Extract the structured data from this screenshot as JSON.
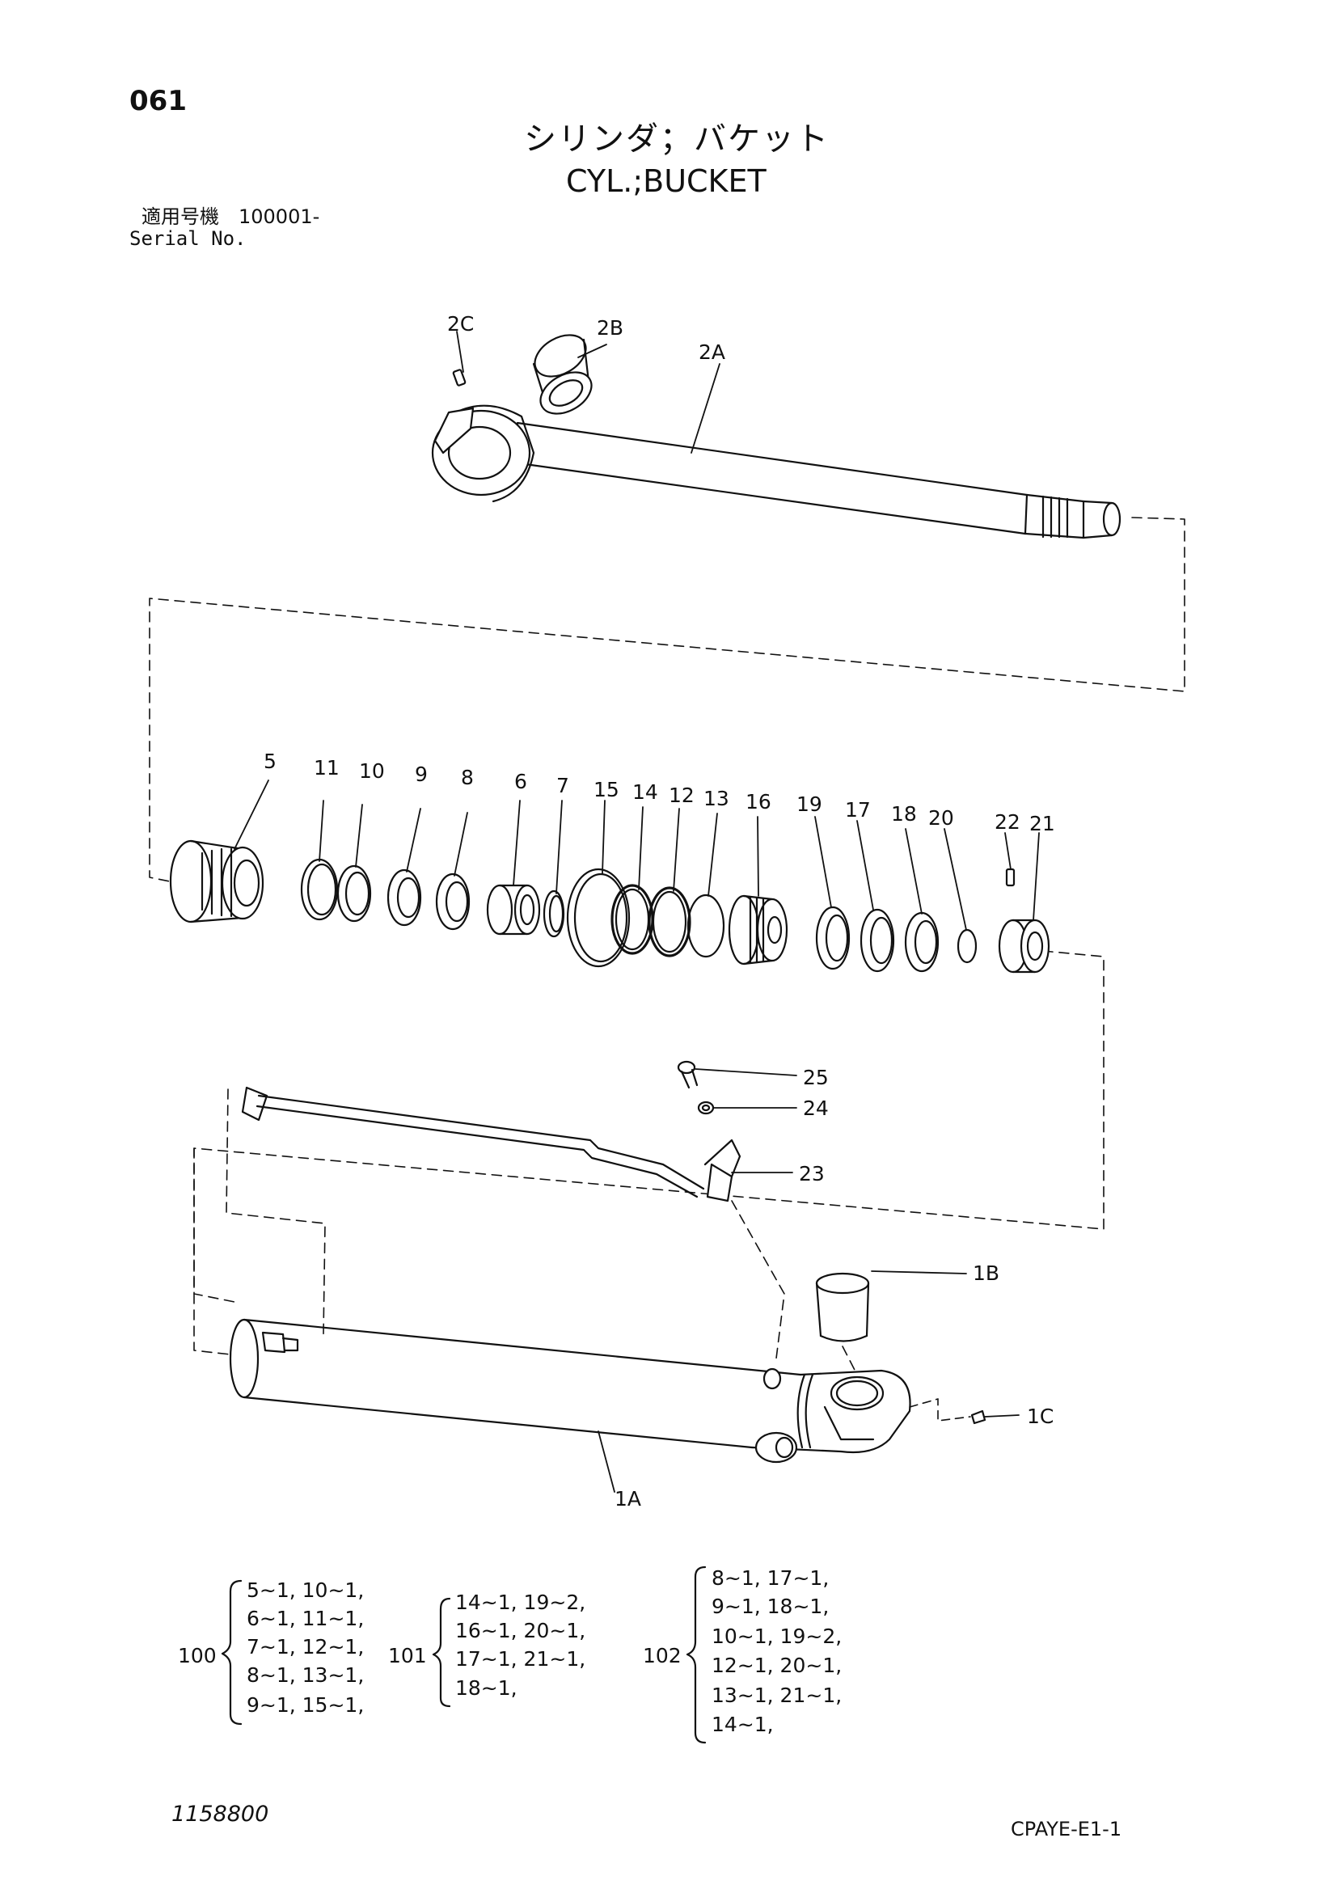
{
  "page_number": "061",
  "title_japanese": "シリンダ；バケット",
  "title_english": "CYL.;BUCKET",
  "serial_label_japanese": "適用号機　100001-",
  "serial_label_english": "Serial No.",
  "drawing_number": "1158800",
  "sheet_code": "CPAYE-E1-1",
  "callouts": {
    "c2C": "2C",
    "c2B": "2B",
    "c2A": "2A",
    "c5": "5",
    "c11": "11",
    "c10": "10",
    "c9": "9",
    "c8": "8",
    "c6": "6",
    "c7": "7",
    "c15": "15",
    "c14": "14",
    "c12": "12",
    "c13": "13",
    "c16": "16",
    "c19": "19",
    "c17": "17",
    "c18": "18",
    "c20": "20",
    "c22": "22",
    "c21": "21",
    "c25": "25",
    "c24": "24",
    "c23": "23",
    "c1B": "1B",
    "c1C": "1C",
    "c1A": "1A"
  },
  "kits": {
    "k100": {
      "label": "100",
      "lines": [
        "5~1, 10~1,",
        "6~1, 11~1,",
        "7~1, 12~1,",
        "8~1, 13~1,",
        "9~1, 15~1,"
      ]
    },
    "k101": {
      "label": "101",
      "lines": [
        "14~1, 19~2,",
        "16~1, 20~1,",
        "17~1, 21~1,",
        "18~1,"
      ]
    },
    "k102": {
      "label": "102",
      "lines": [
        "8~1, 17~1,",
        "9~1, 18~1,",
        "10~1, 19~2,",
        "12~1, 20~1,",
        "13~1, 21~1,",
        "14~1,"
      ]
    }
  }
}
